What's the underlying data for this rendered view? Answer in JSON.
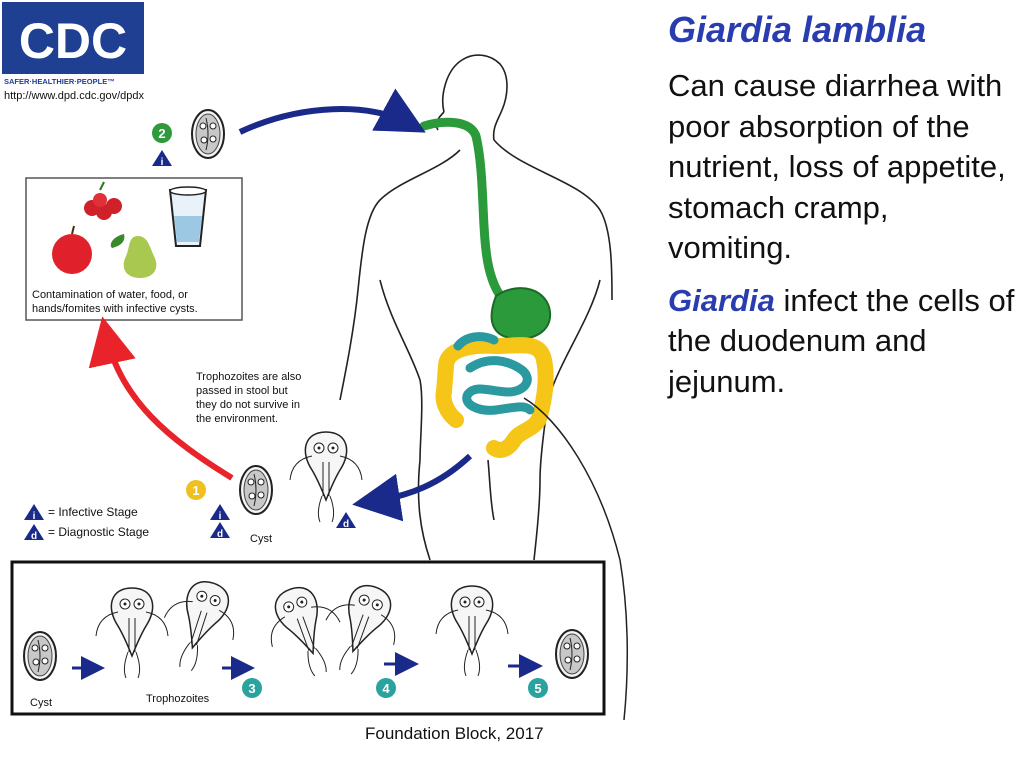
{
  "logo": {
    "letters": "CDC",
    "tagline": "SAFER·HEALTHIER·PEOPLE™",
    "url": "http://www.dpd.cdc.gov/dpdx"
  },
  "panel": {
    "title": "Giardia lamblia",
    "paragraph1": "Can cause diarrhea with poor absorption of the nutrient, loss of appetite, stomach cramp, vomiting.",
    "paragraph2_em": "Giardia",
    "paragraph2_rest": " infect the cells of the duodenum and jejunum."
  },
  "diagram": {
    "contamination_line1": "Contamination of water, food, or",
    "contamination_line2": "hands/fomites with infective cysts.",
    "troph_note": [
      "Trophozoites are also",
      "passed in stool but",
      "they do not survive in",
      "the environment."
    ],
    "legend_infective": "= Infective Stage",
    "legend_diagnostic": "= Diagnostic Stage",
    "cyst_label": "Cyst",
    "box_cyst_label": "Cyst",
    "box_troph_label": "Trophozoites",
    "stage_numbers": [
      "1",
      "2",
      "3",
      "4",
      "5"
    ],
    "badge_i": "i",
    "badge_d": "d"
  },
  "colors": {
    "title_blue": "#2a3db0",
    "navy_arrow": "#1a2a8a",
    "red_arrow": "#e8242a",
    "stomach_green": "#2a9a3a",
    "colon_yellow": "#f5c518",
    "intestine_teal": "#2a9aa0",
    "badge_green": "#2e9a3c",
    "badge_yellow": "#f0c020",
    "badge_teal": "#2aa39f"
  },
  "footer": {
    "credit": "Foundation Block, 2017"
  }
}
